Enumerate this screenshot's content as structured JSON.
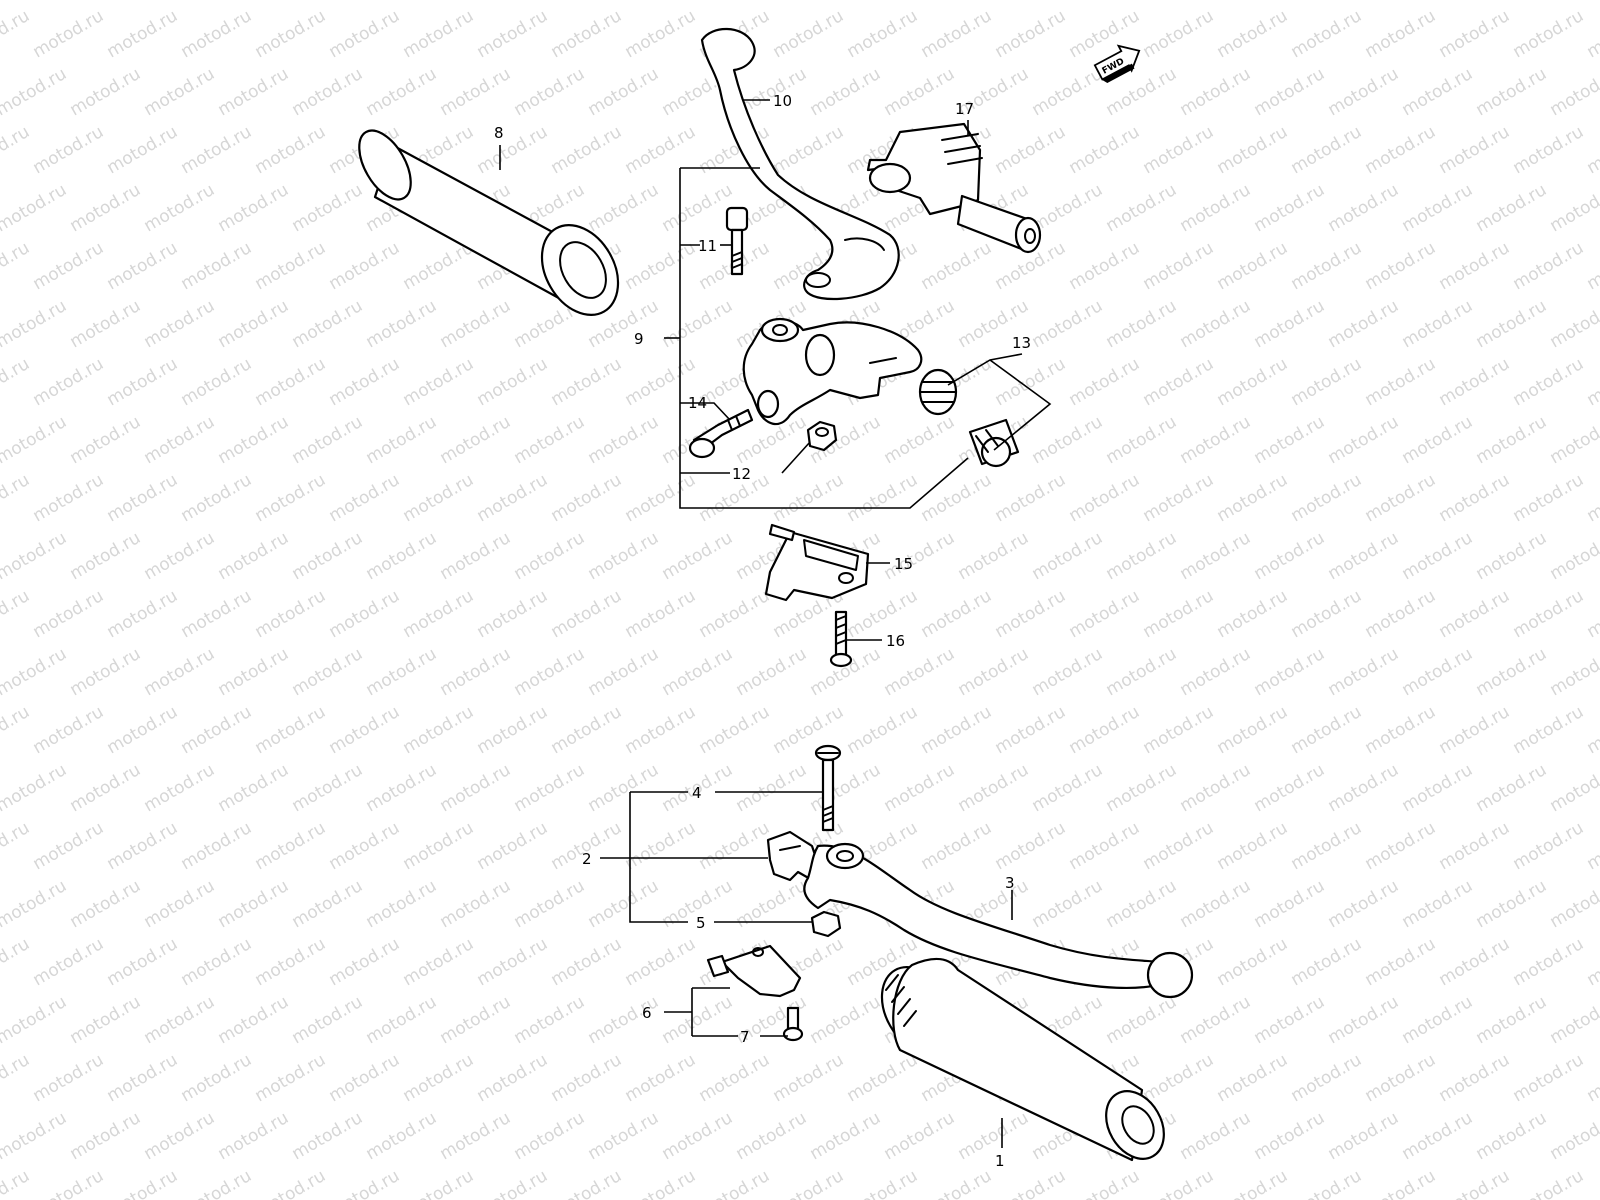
{
  "watermark": {
    "text": "motod.ru",
    "color": "#d6d6d6"
  },
  "direction_marker": {
    "text": "FWD",
    "icon": "fwd-arrow-icon"
  },
  "callouts": [
    {
      "id": "1",
      "label": "1"
    },
    {
      "id": "2",
      "label": "2"
    },
    {
      "id": "3",
      "label": "3"
    },
    {
      "id": "4",
      "label": "4"
    },
    {
      "id": "5",
      "label": "5"
    },
    {
      "id": "6",
      "label": "6"
    },
    {
      "id": "7",
      "label": "7"
    },
    {
      "id": "8",
      "label": "8"
    },
    {
      "id": "9",
      "label": "9"
    },
    {
      "id": "10",
      "label": "10"
    },
    {
      "id": "11",
      "label": "11"
    },
    {
      "id": "12",
      "label": "12"
    },
    {
      "id": "13",
      "label": "13"
    },
    {
      "id": "14",
      "label": "14"
    },
    {
      "id": "15",
      "label": "15"
    },
    {
      "id": "16",
      "label": "16"
    },
    {
      "id": "17",
      "label": "17"
    }
  ]
}
